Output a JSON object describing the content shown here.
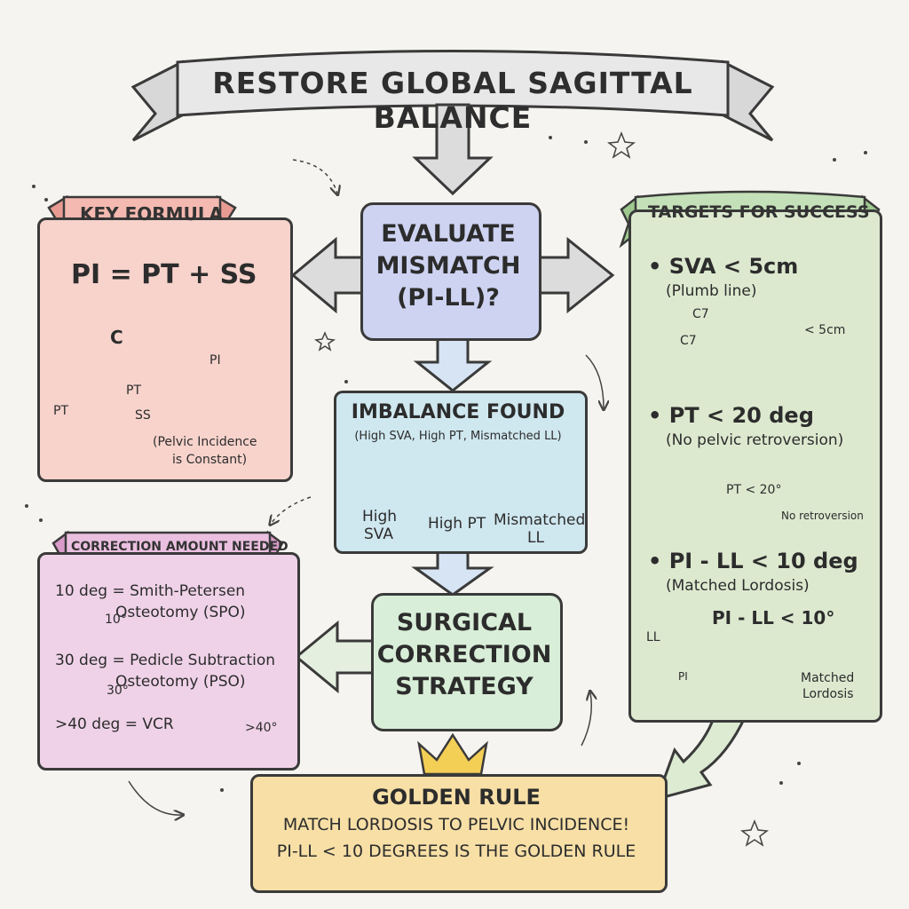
{
  "title": "RESTORE GLOBAL SAGITTAL BALANCE",
  "key_formula": {
    "header": "KEY FORMULA",
    "formula": "PI = PT + SS",
    "angle_label": "C",
    "pt_left": "PT",
    "pt_right": "PT",
    "ss": "SS",
    "pi": "PI",
    "note_line1": "(Pelvic Incidence",
    "note_line2": "is Constant)"
  },
  "evaluate": {
    "line1": "EVALUATE",
    "line2": "MISMATCH",
    "line3": "(PI-LL)?"
  },
  "imbalance": {
    "title": "IMBALANCE FOUND",
    "subtitle": "(High SVA, High PT, Mismatched LL)",
    "item1_line1": "High",
    "item1_line2": "SVA",
    "item2": "High PT",
    "item3_line1": "Mismatched",
    "item3_line2": "LL"
  },
  "surgical": {
    "line1": "SURGICAL",
    "line2": "CORRECTION",
    "line3": "STRATEGY"
  },
  "targets": {
    "header": "TARGETS FOR SUCCESS",
    "t1_title": "SVA < 5cm",
    "t1_sub": "(Plumb line)",
    "c7_a": "C7",
    "c7_b": "C7",
    "ruler_label": "< 5cm",
    "t2_title": "PT < 20 deg",
    "t2_sub": "(No pelvic retroversion)",
    "pt_angle": "PT < 20°",
    "no_retro": "No retroversion",
    "t3_title": "PI - LL < 10 deg",
    "t3_sub": "(Matched Lordosis)",
    "t3_formula": "PI - LL < 10°",
    "ll": "LL",
    "pi": "PI",
    "matched_line1": "Matched",
    "matched_line2": "Lordosis"
  },
  "correction": {
    "header": "CORRECTION AMOUNT NEEDED",
    "r1_a": "10 deg = Smith-Petersen",
    "r1_b": "Osteotomy (SPO)",
    "r1_angle": "10°",
    "r2_a": "30 deg = Pedicle Subtraction",
    "r2_b": "Osteotomy (PSO)",
    "r2_angle": "30°",
    "r3_a": ">40 deg = VCR",
    "r3_angle": ">40°"
  },
  "golden": {
    "title": "GOLDEN RULE",
    "line1": "MATCH LORDOSIS TO PELVIC INCIDENCE!",
    "line2": "PI-LL < 10 DEGREES IS THE GOLDEN RULE"
  },
  "colors": {
    "key_formula": "#f7d3cc",
    "evaluate": "#cdd3f1",
    "imbalance": "#cfe7ef",
    "surgical": "#d9eed8",
    "targets": "#dce9cf",
    "correction": "#efd2e8",
    "golden": "#f7dfa6"
  }
}
